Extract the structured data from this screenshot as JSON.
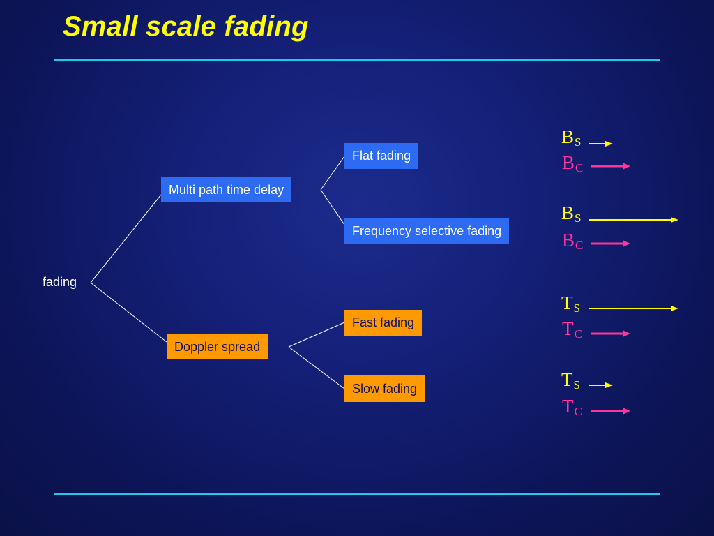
{
  "slide": {
    "title": "Small scale fading"
  },
  "colors": {
    "background": "#13207a",
    "title": "#ffff00",
    "rule": "#21c9e9",
    "box_blue": "#2d6cf2",
    "box_orange": "#ff9900",
    "symbol_yellow": "#ffff00",
    "symbol_pink": "#ff3399"
  },
  "tree": {
    "root": "fading",
    "multipath": {
      "label": "Multi path time delay",
      "children": [
        "Flat fading",
        "Frequency selective fading"
      ]
    },
    "doppler": {
      "label": "Doppler spread",
      "children": [
        "Fast fading",
        "Slow fading"
      ]
    }
  },
  "conditions": [
    {
      "top": {
        "base": "B",
        "sub": "S",
        "arrow": "short"
      },
      "bottom": {
        "base": "B",
        "sub": "C",
        "arrow": "medium"
      }
    },
    {
      "top": {
        "base": "B",
        "sub": "S",
        "arrow": "long"
      },
      "bottom": {
        "base": "B",
        "sub": "C",
        "arrow": "medium"
      }
    },
    {
      "top": {
        "base": "T",
        "sub": "S",
        "arrow": "long"
      },
      "bottom": {
        "base": "T",
        "sub": "C",
        "arrow": "medium"
      }
    },
    {
      "top": {
        "base": "T",
        "sub": "S",
        "arrow": "short"
      },
      "bottom": {
        "base": "T",
        "sub": "C",
        "arrow": "medium"
      }
    }
  ]
}
